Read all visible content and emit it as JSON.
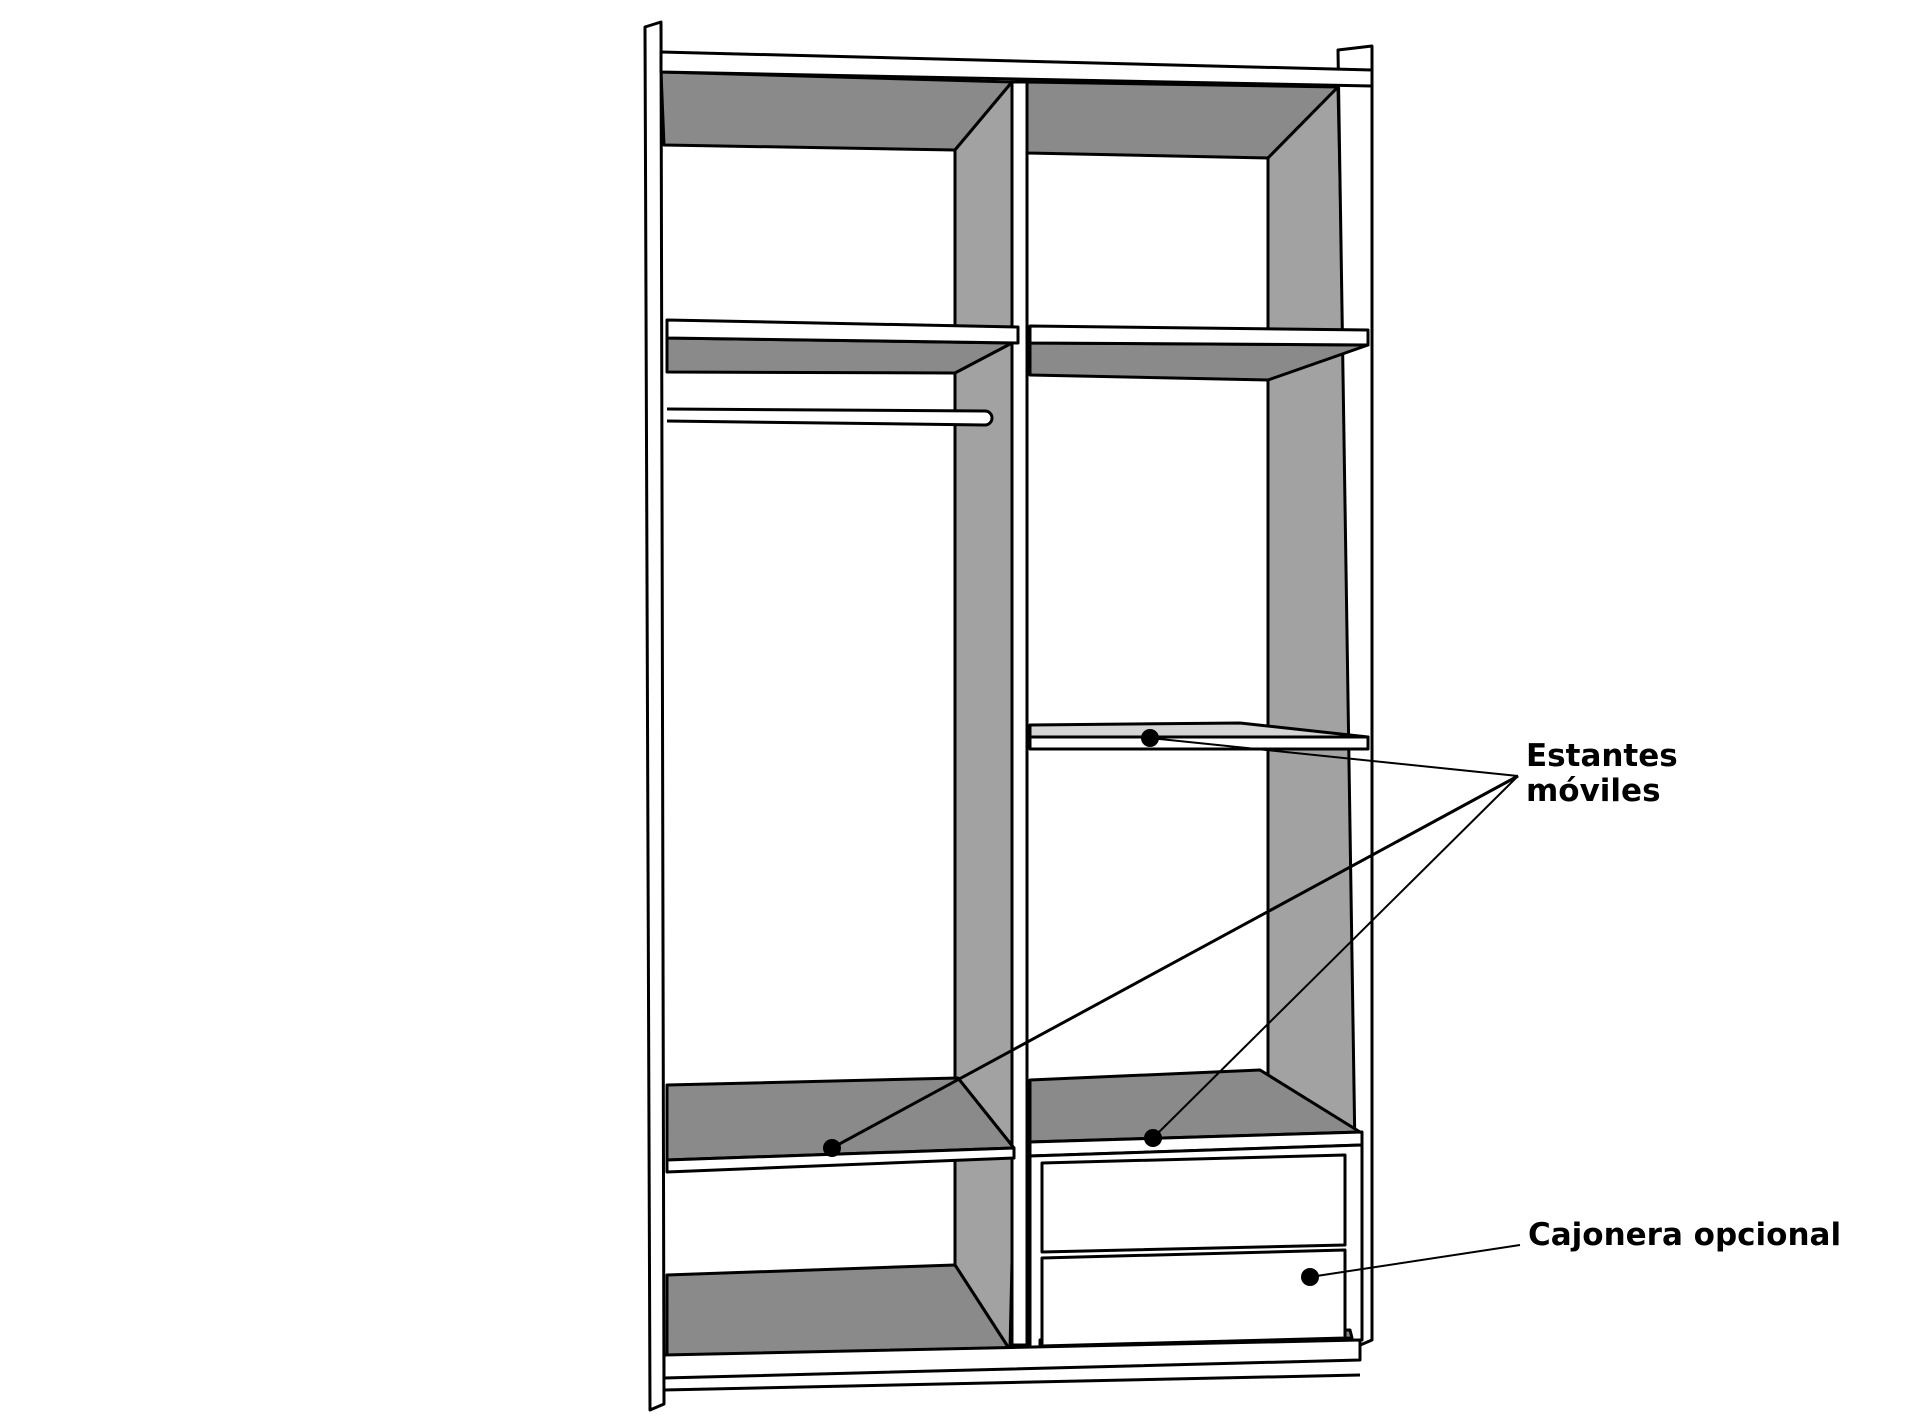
{
  "labels": {
    "shelves_line1": "Estantes",
    "shelves_line2": "móviles",
    "drawers": "Cajonera opcional"
  },
  "colors": {
    "background": "#ffffff",
    "stroke": "#000000",
    "shade_dark": "#8a8a8a",
    "shade_mid": "#a2a2a2",
    "panel": "#ffffff"
  }
}
